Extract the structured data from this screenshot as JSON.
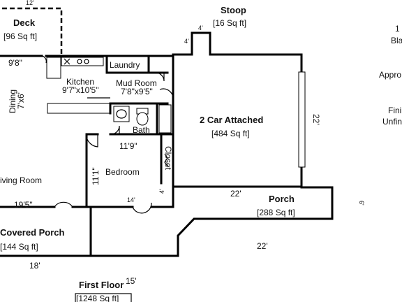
{
  "labels": {
    "dim_12": "12'",
    "deck": "Deck",
    "deck_area": "[96 Sq ft]",
    "stoop": "Stoop",
    "stoop_area": "[16 Sq ft]",
    "stoop_w": "4'",
    "stoop_d": "4'",
    "dim_9_8": "9'8\"",
    "laundry": "Laundry",
    "kitchen": "Kitchen",
    "kitchen_dim": "9'7\"x10'5\"",
    "mudroom": "Mud Room",
    "mudroom_dim": "7'8\"x9'5\"",
    "dining": "Dining",
    "dining_dim": "7'x6'",
    "bath": "Bath",
    "garage": "2 Car Attached",
    "garage_area": "[484 Sq ft]",
    "garage_depth": "22'",
    "dim_11_9": "11'9\"",
    "closet": "Closet",
    "bedroom": "Bedroom",
    "bedroom_h": "11'1\"",
    "bedroom_w": "14'",
    "closet_d": "4'",
    "living": "iving Room",
    "living_dim": "19'5\"",
    "porch": "Porch",
    "porch_area": "[288 Sq ft]",
    "porch_top": "22'",
    "porch_bottom": "22'",
    "porch_side": "6'",
    "covered_porch": "Covered Porch",
    "covered_porch_area": "[144 Sq ft]",
    "dim_18": "18'",
    "dim_15": "15'",
    "first_floor": "First Floor",
    "first_floor_area": "[1248 Sq ft]"
  },
  "side_legend": {
    "line1": "1",
    "line2": "Bla",
    "line3": "Appro",
    "line4": "Fini",
    "line5": "Unfin"
  }
}
